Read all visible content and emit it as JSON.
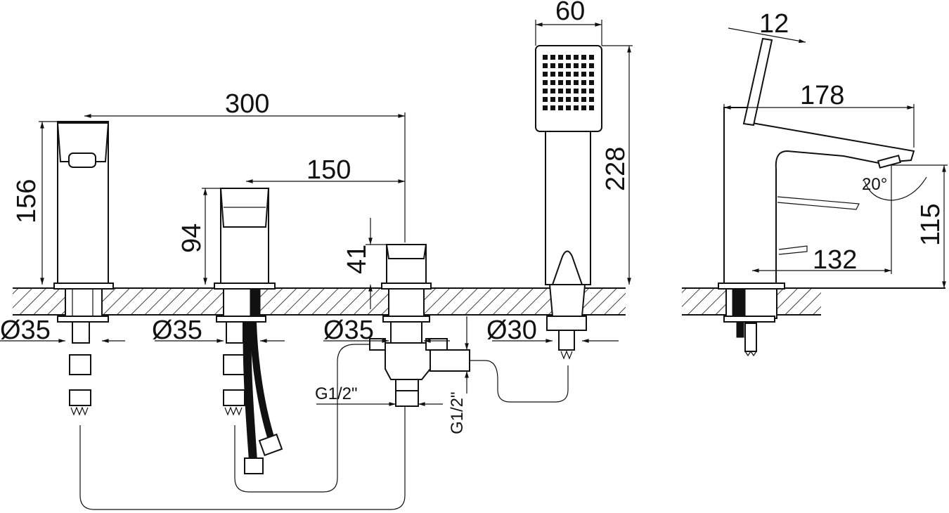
{
  "dimensions": {
    "width_300": "300",
    "width_150": "150",
    "height_156": "156",
    "height_94": "94",
    "height_41": "41",
    "head_60": "60",
    "length_228": "228",
    "side_12": "12",
    "reach_178": "178",
    "reach_132": "132",
    "height_115": "115",
    "angle": "20°",
    "dia_1": "Ø35",
    "dia_2": "Ø35",
    "dia_3": "Ø35",
    "dia_4": "Ø30",
    "thread_1": "G1/2\"",
    "thread_2": "G1/2\""
  }
}
